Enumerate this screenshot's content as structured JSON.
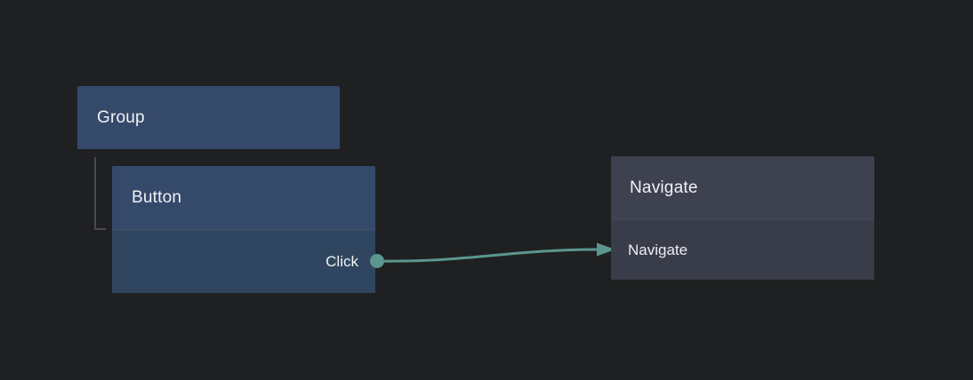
{
  "colors": {
    "canvas_background": "#1f2021",
    "node_blue_header": "#35496b",
    "node_blue_body": "#304660",
    "node_gray_header": "#3e4250",
    "node_gray_body": "#393d49",
    "edge_teal": "#5b968f",
    "tree_line_gray": "#4a4a4c",
    "text": "#f0f2f5"
  },
  "nodes": {
    "group": {
      "title": "Group"
    },
    "button": {
      "title": "Button",
      "output_port_label": "Click"
    },
    "navigate": {
      "title": "Navigate",
      "action_label": "Navigate"
    }
  },
  "edges": {
    "click_to_navigate": {
      "from": "Button.Click",
      "to": "Navigate"
    }
  }
}
